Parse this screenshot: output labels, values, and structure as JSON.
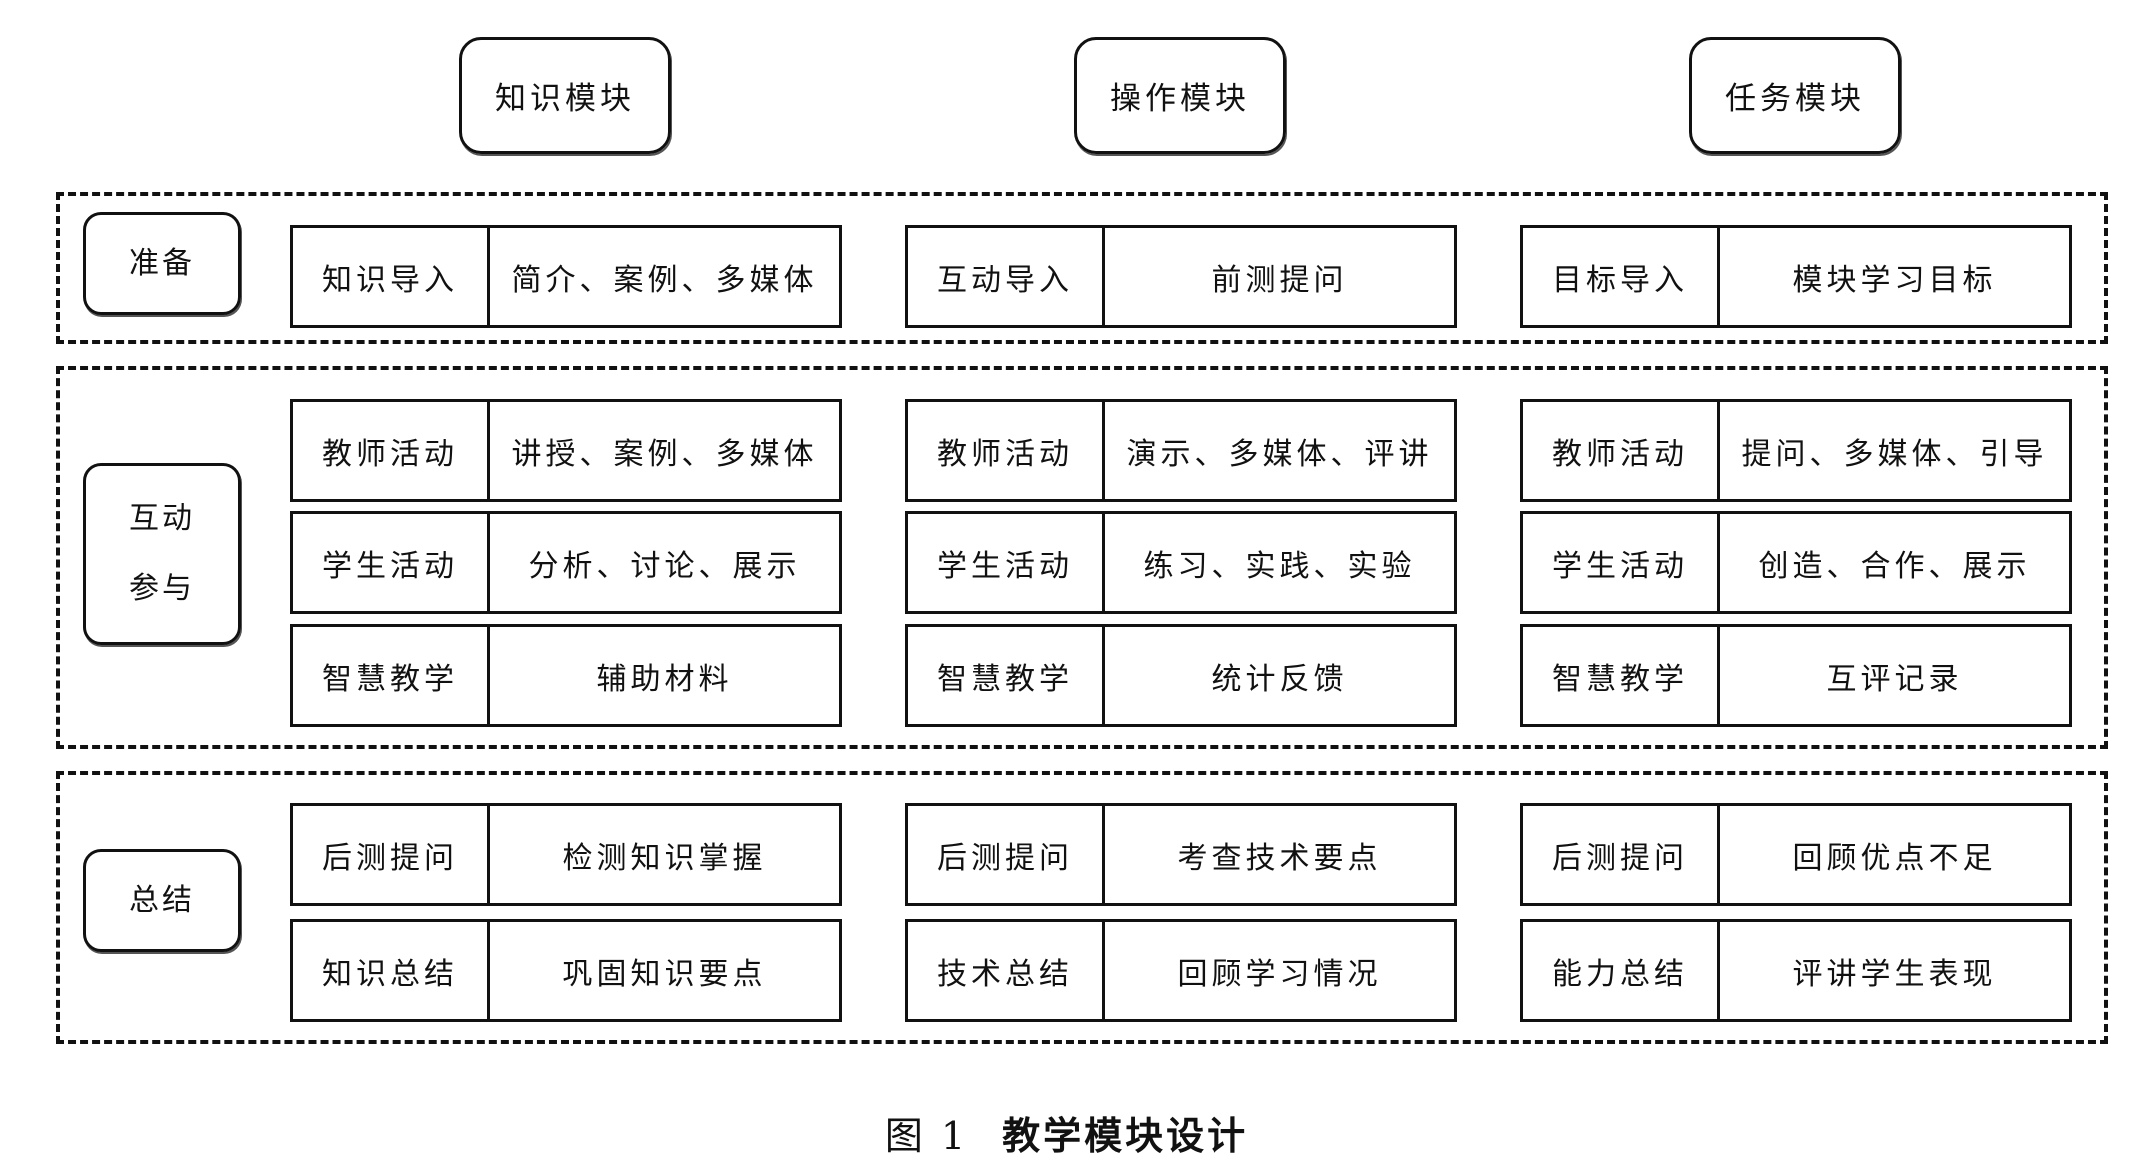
{
  "columns": [
    "知识模块",
    "操作模块",
    "任务模块"
  ],
  "rows": [
    {
      "label": [
        "准备"
      ],
      "cells": [
        [
          {
            "left": "知识导入",
            "right": "简介、案例、多媒体"
          }
        ],
        [
          {
            "left": "互动导入",
            "right": "前测提问"
          }
        ],
        [
          {
            "left": "目标导入",
            "right": "模块学习目标"
          }
        ]
      ]
    },
    {
      "label": [
        "互动",
        "参与"
      ],
      "cells": [
        [
          {
            "left": "教师活动",
            "right": "讲授、案例、多媒体"
          },
          {
            "left": "学生活动",
            "right": "分析、讨论、展示"
          },
          {
            "left": "智慧教学",
            "right": "辅助材料"
          }
        ],
        [
          {
            "left": "教师活动",
            "right": "演示、多媒体、评讲"
          },
          {
            "left": "学生活动",
            "right": "练习、实践、实验"
          },
          {
            "left": "智慧教学",
            "right": "统计反馈"
          }
        ],
        [
          {
            "left": "教师活动",
            "right": "提问、多媒体、引导"
          },
          {
            "left": "学生活动",
            "right": "创造、合作、展示"
          },
          {
            "left": "智慧教学",
            "right": "互评记录"
          }
        ]
      ]
    },
    {
      "label": [
        "总结"
      ],
      "cells": [
        [
          {
            "left": "后测提问",
            "right": "检测知识掌握"
          },
          {
            "left": "知识总结",
            "right": "巩固知识要点"
          }
        ],
        [
          {
            "left": "后测提问",
            "right": "考查技术要点"
          },
          {
            "left": "技术总结",
            "right": "回顾学习情况"
          }
        ],
        [
          {
            "left": "后测提问",
            "right": "回顾优点不足"
          },
          {
            "left": "能力总结",
            "right": "评讲学生表现"
          }
        ]
      ]
    }
  ],
  "caption": {
    "number": "图 1",
    "title": "教学模块设计"
  }
}
